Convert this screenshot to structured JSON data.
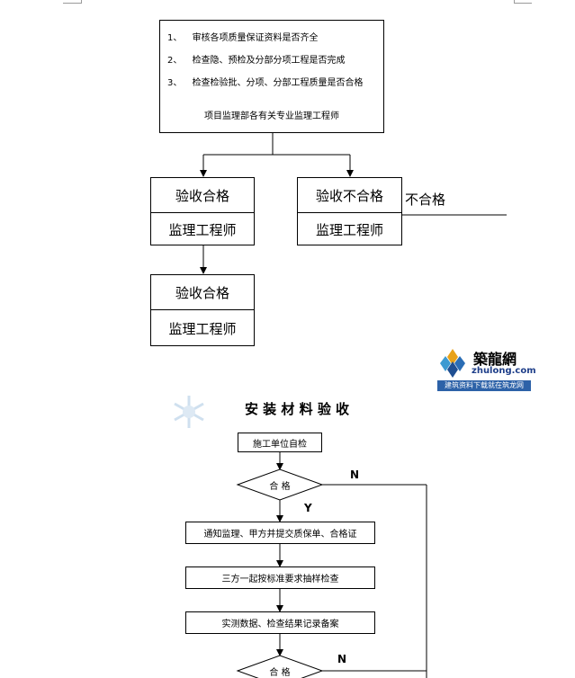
{
  "review_box": {
    "items": [
      {
        "num": "1、",
        "text": "审核各项质量保证资料是否齐全"
      },
      {
        "num": "2、",
        "text": "检查隐、预检及分部分项工程是否完成"
      },
      {
        "num": "3、",
        "text": "检查检验批、分项、分部工程质量是否合格"
      }
    ],
    "signature": "项目监理部各有关专业监理工程师"
  },
  "left_box": {
    "result": "验收合格",
    "role": "监理工程师"
  },
  "right_box": {
    "result": "验收不合格",
    "role": "监理工程师"
  },
  "fail_label": "不合格",
  "bottom_box": {
    "result": "验收合格",
    "role": "监理工程师"
  },
  "logo": {
    "name": "築龍網",
    "domain": "zhulong.com",
    "slogan": "建筑资料下载就在筑龙网"
  },
  "flow2": {
    "title": "安 装 材 料 验 收",
    "step1": "施工单位自检",
    "decision1": "合 格",
    "no1": "N",
    "yes1": "Y",
    "step2": "通知监理、甲方并提交质保单、合格证",
    "step3": "三方一起按标准要求抽样检查",
    "step4": "实测数据、检查结果记录备案",
    "decision2": "合 格",
    "no2": "N"
  }
}
